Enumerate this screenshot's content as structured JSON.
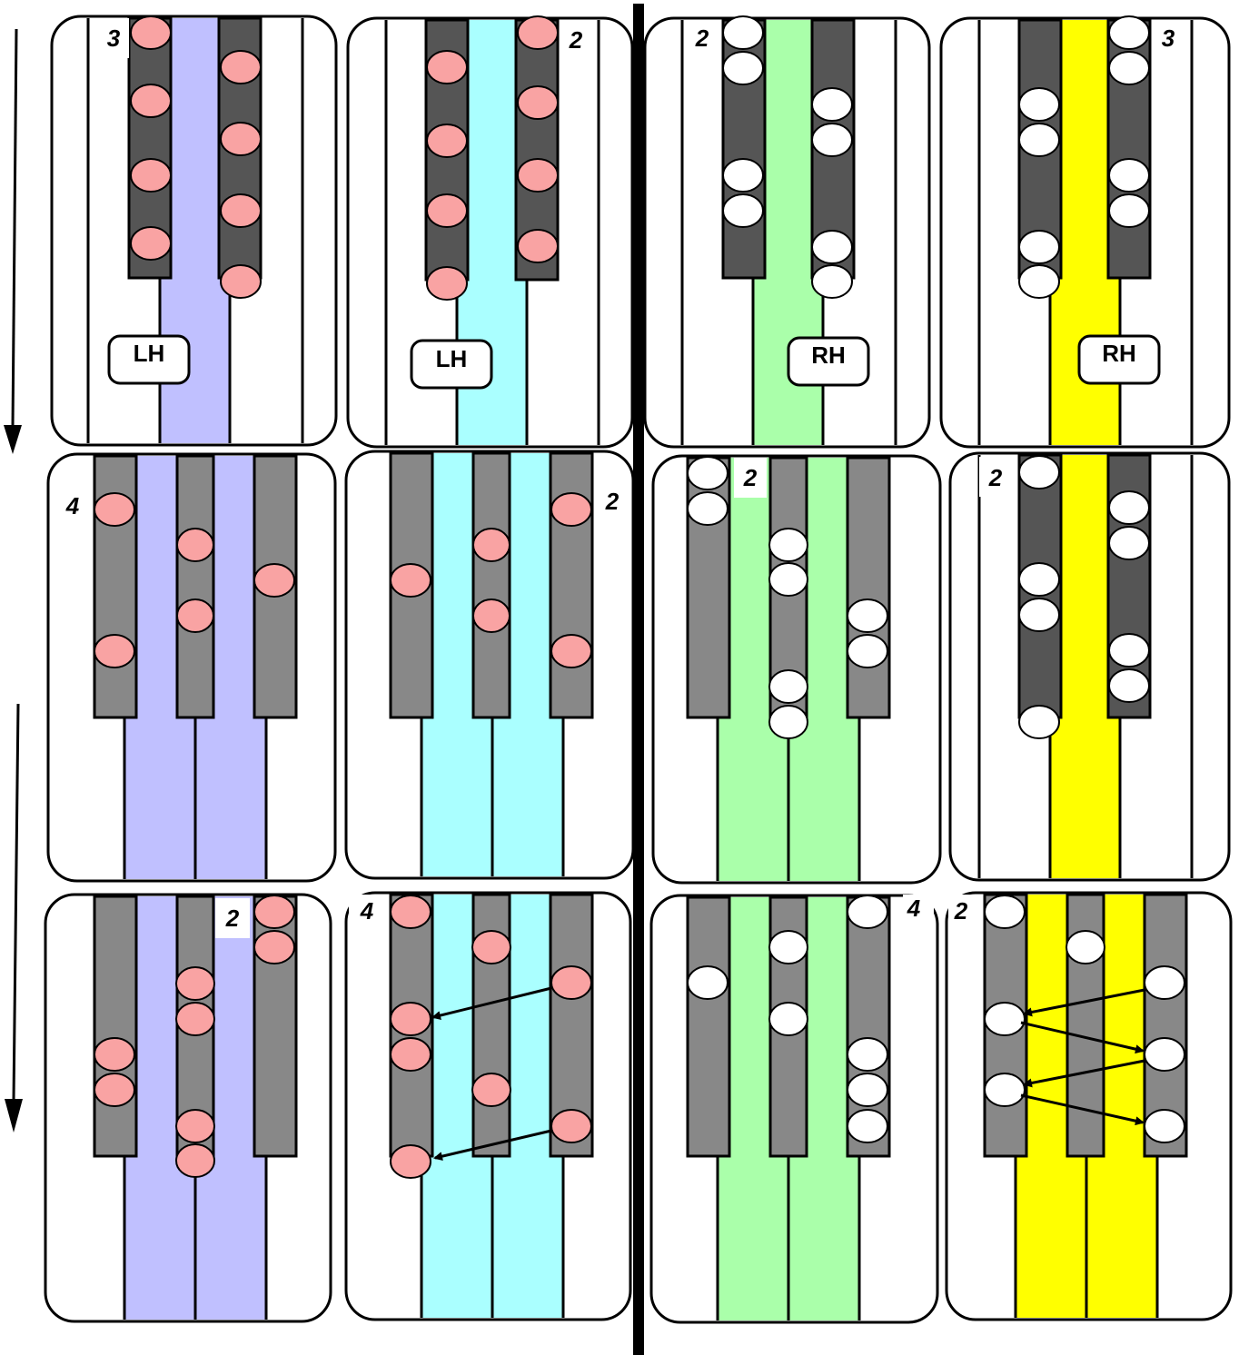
{
  "colors": {
    "lh_pattern_1": "#c0c0ff",
    "lh_pattern_2": "#aaffff",
    "rh_pattern_1": "#aaffaa",
    "rh_pattern_2": "#ffff00",
    "lh_dot": "#f9a3a3",
    "rh_dot": "#ffffff",
    "black_key_narrow": "#555555",
    "black_key_wide": "#888888",
    "divider": "#000000"
  },
  "panels": {
    "r1c1": {
      "finger_label": "3",
      "hand_label": "LH"
    },
    "r1c2": {
      "finger_label": "2",
      "hand_label": "LH"
    },
    "r1c3": {
      "finger_label": "2",
      "hand_label": "RH"
    },
    "r1c4": {
      "finger_label": "3",
      "hand_label": "RH"
    },
    "r2c1": {
      "finger_label": "4"
    },
    "r2c2": {
      "finger_label": "2"
    },
    "r2c3": {
      "finger_label": "2"
    },
    "r2c4": {
      "finger_label": "2"
    },
    "r3c1": {
      "finger_label": "2"
    },
    "r3c2": {
      "finger_label": "4"
    },
    "r3c3": {
      "finger_label": "4"
    },
    "r3c4": {
      "finger_label": "2"
    }
  },
  "arrows": {
    "row1_direction": "down-arrow",
    "row3_direction": "down-arrow"
  }
}
